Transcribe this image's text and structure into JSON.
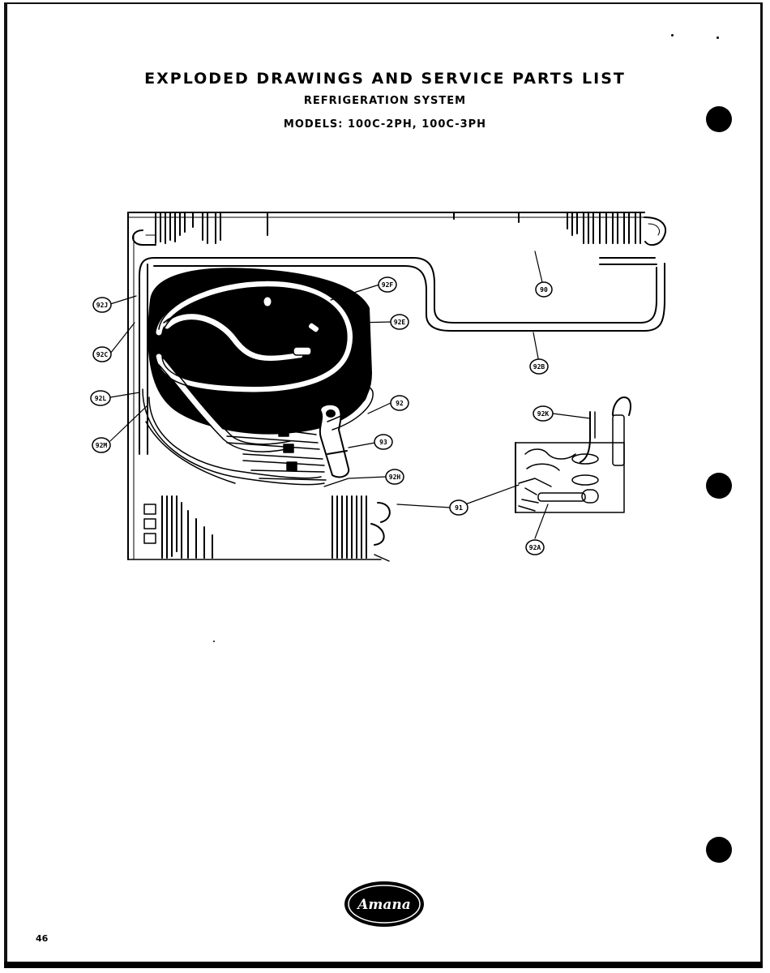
{
  "header": {
    "title": "EXPLODED DRAWINGS AND SERVICE PARTS LIST",
    "subtitle": "REFRIGERATION SYSTEM",
    "models": "MODELS: 100C-2PH, 100C-3PH"
  },
  "callouts": {
    "c92J": "92J",
    "c92C": "92C",
    "c92L": "92L",
    "c92M": "92M",
    "c92F": "92F",
    "c92E": "92E",
    "c92": "92",
    "c93": "93",
    "c92H": "92H",
    "c90": "90",
    "c92B": "92B",
    "c92K": "92K",
    "c91": "91",
    "c92A": "92A"
  },
  "logo": {
    "text": "Amana"
  },
  "page_number": "46",
  "colors": {
    "ink": "#000000",
    "paper": "#ffffff"
  }
}
